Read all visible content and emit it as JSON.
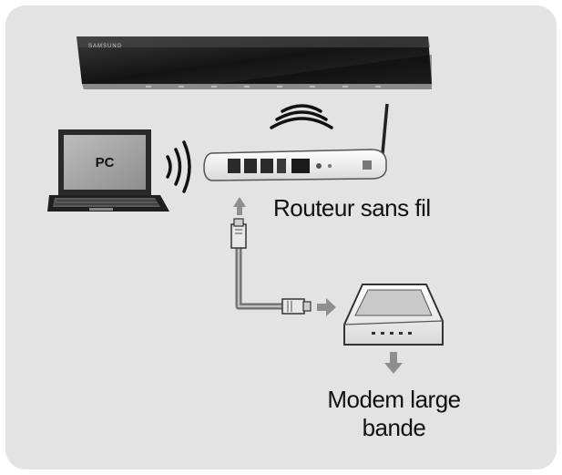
{
  "diagram": {
    "pc_label": "PC",
    "tv_brand": "SAMSUNG",
    "router_label": "Routeur sans fil",
    "modem_label_line1": "Modem large",
    "modem_label_line2": "bande"
  },
  "colors": {
    "panel": "#e3e3e3",
    "device_dark": "#1e1e1e",
    "arrow_gray": "#8f8f8f",
    "cable": "#6f6f6f"
  }
}
